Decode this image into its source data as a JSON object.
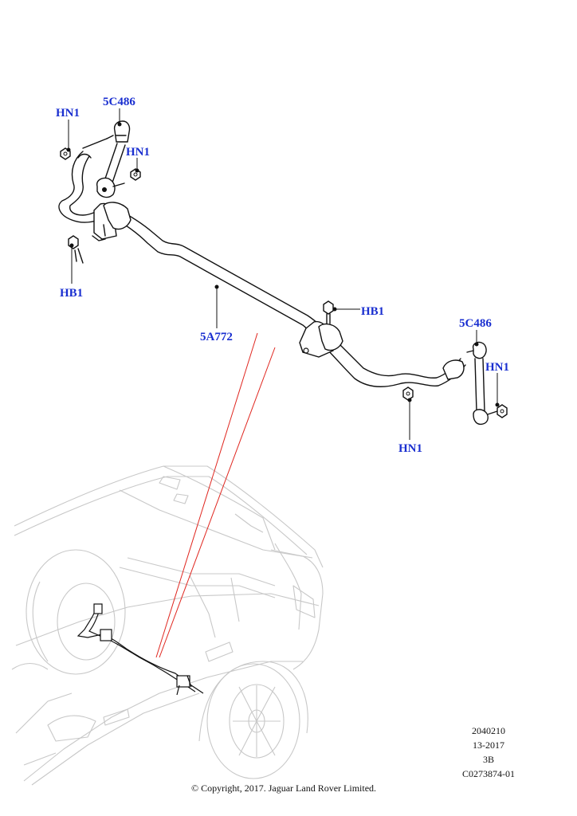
{
  "callouts": {
    "hn1_top_left": "HN1",
    "c5c486_left": "5C486",
    "hn1_link_left": "HN1",
    "hb1_left": "HB1",
    "a5a772": "5A772",
    "hb1_right": "HB1",
    "c5c486_right": "5C486",
    "hn1_link_right": "HN1",
    "hn1_bottom": "HN1"
  },
  "meta": {
    "line1": "2040210",
    "line2": "13-2017",
    "line3": "3B",
    "line4": "C0273874-01"
  },
  "copyright": "© Copyright, 2017. Jaguar Land Rover Limited.",
  "colors": {
    "callout": "#1a2fd0",
    "highlight_line": "#e0261f",
    "car_outline": "#c8c8c8"
  }
}
